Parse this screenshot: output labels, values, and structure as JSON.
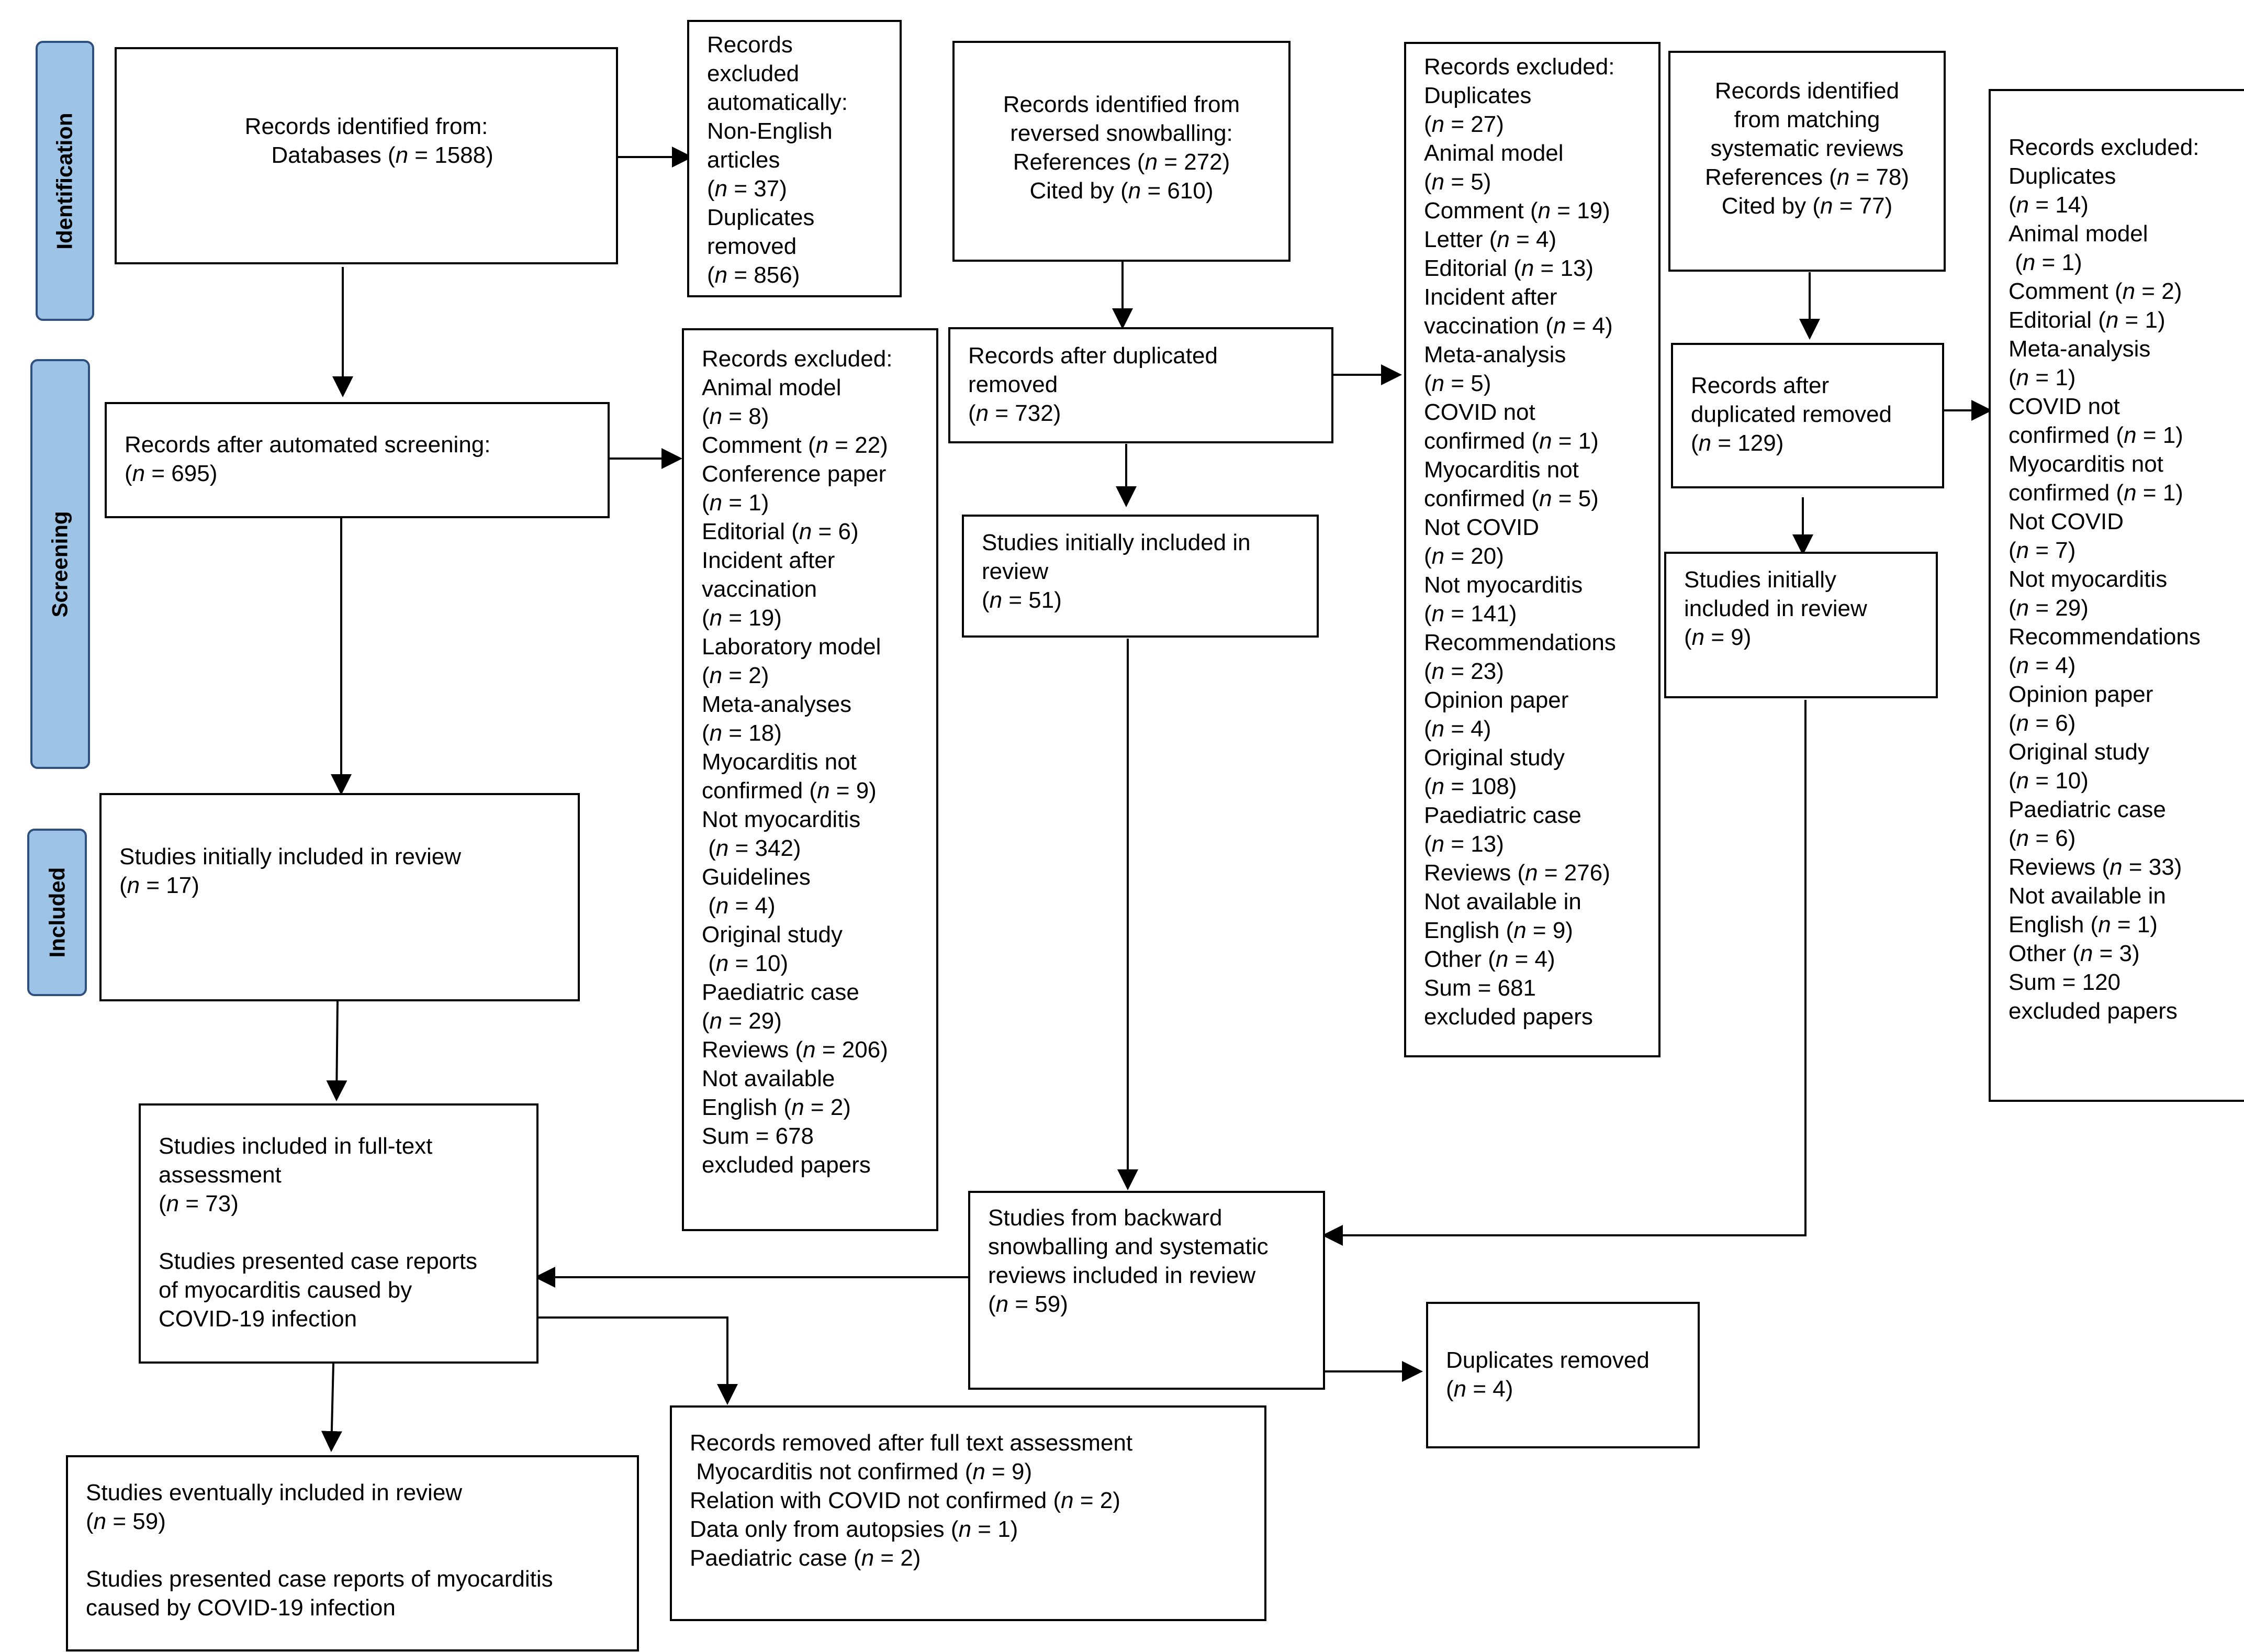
{
  "phases": {
    "identification": "Identification",
    "screening": "Screening",
    "included": "Included"
  },
  "boxes": {
    "db_identified": [
      "Records identified from:",
      "     Databases (|n| = 1588)"
    ],
    "auto_excluded": [
      "Records",
      "excluded",
      "automatically:",
      "Non-English",
      "articles",
      "(|n| = 37)",
      "Duplicates",
      "removed",
      "(|n| = 856)"
    ],
    "snowball_identified": [
      "Records identified from",
      "reversed snowballing:",
      "References (|n| = 272)",
      "Cited by (|n| = 610)"
    ],
    "snowball_excluded": [
      "Records excluded:",
      "Duplicates",
      "(|n| = 27)",
      "Animal model",
      "(|n| = 5)",
      "Comment (|n| = 19)",
      "Letter (|n| = 4)",
      "Editorial (|n| = 13)",
      "Incident after",
      "vaccination (|n| = 4)",
      "Meta-analysis",
      "(|n| = 5)",
      "COVID not",
      "confirmed (|n| = 1)",
      "Myocarditis not",
      "confirmed (|n| = 5)",
      "Not COVID",
      "(|n| = 20)",
      "Not myocarditis",
      "(|n| = 141)",
      "Recommendations",
      "(|n| = 23)",
      "Opinion paper",
      "(|n| = 4)",
      "Original study",
      "(|n| = 108)",
      "Paediatric case",
      "(|n| = 13)",
      "Reviews (|n| = 276)",
      "Not available in",
      "English (|n| = 9)",
      "Other (|n| = 4)",
      "Sum = 681",
      "excluded papers"
    ],
    "sr_identified": [
      "Records identified",
      "from matching",
      "systematic reviews",
      "References (|n| = 78)",
      "Cited by (|n| = 77)"
    ],
    "sr_excluded": [
      "Records excluded:",
      "Duplicates",
      "(|n| = 14)",
      "Animal model",
      " (|n| = 1)",
      "Comment (|n| = 2)",
      "Editorial (|n| = 1)",
      "Meta-analysis",
      "(|n| = 1)",
      "COVID not",
      "confirmed (|n| = 1)",
      "Myocarditis not",
      "confirmed (|n| = 1)",
      "Not COVID",
      "(|n| = 7)",
      "Not myocarditis",
      "(|n| = 29)",
      "Recommendations",
      "(|n| = 4)",
      "Opinion paper",
      "(|n| = 6)",
      "Original study",
      "(|n| = 10)",
      "Paediatric case",
      "(|n| = 6)",
      "Reviews (|n| = 33)",
      "Not available in",
      "English (|n| = 1)",
      "Other (|n| = 3)",
      "Sum = 120",
      "excluded papers"
    ],
    "after_auto_screening": [
      "Records after automated screening:",
      "(|n| = 695)"
    ],
    "screening_excluded": [
      "Records excluded:",
      "Animal model",
      "(|n| = 8)",
      "Comment (|n| = 22)",
      "Conference paper",
      "(|n| = 1)",
      "Editorial (|n| = 6)",
      "Incident after",
      "vaccination",
      "(|n| = 19)",
      "Laboratory model",
      "(|n| = 2)",
      "Meta-analyses",
      "(|n| = 18)",
      "Myocarditis not",
      "confirmed (|n| = 9)",
      "Not myocarditis",
      " (|n| = 342)",
      "Guidelines",
      " (|n| = 4)",
      "Original study",
      " (|n| = 10)",
      "Paediatric case",
      "(|n| = 29)",
      "Reviews (|n| = 206)",
      "Not available",
      "English (|n| = 2)",
      "Sum = 678",
      "excluded papers"
    ],
    "snowball_dedup": [
      "Records after duplicated",
      "removed",
      "(|n| = 732)"
    ],
    "sr_dedup": [
      "Records after",
      "duplicated removed",
      "(|n| = 129)"
    ],
    "snowball_included": [
      "Studies initially included in",
      "review",
      "(|n| = 51)"
    ],
    "sr_included": [
      "Studies initially",
      "included in review",
      "(|n| = 9)"
    ],
    "db_included": [
      "Studies initially included in review",
      "(|n| = 17)"
    ],
    "fulltext": [
      "Studies included in full-text",
      "assessment",
      "(|n| = 73)",
      "",
      "Studies presented case reports",
      "of myocarditis caused by",
      "COVID-19 infection"
    ],
    "backward_included": [
      "Studies from backward",
      "snowballing and systematic",
      "reviews included in review",
      "(|n| = 59)"
    ],
    "dup_removed": [
      "Duplicates removed",
      "(|n| = 4)"
    ],
    "fulltext_removed": [
      "Records removed after full text assessment",
      " Myocarditis not confirmed (|n| = 9)",
      "Relation with COVID not confirmed (|n| = 2)",
      "Data only from autopsies (|n| = 1)",
      "Paediatric case (|n| = 2)"
    ],
    "final_included": [
      "Studies eventually included in review",
      "(|n| = 59)",
      "",
      "Studies presented case reports of myocarditis",
      "caused by COVID-19 infection"
    ]
  }
}
